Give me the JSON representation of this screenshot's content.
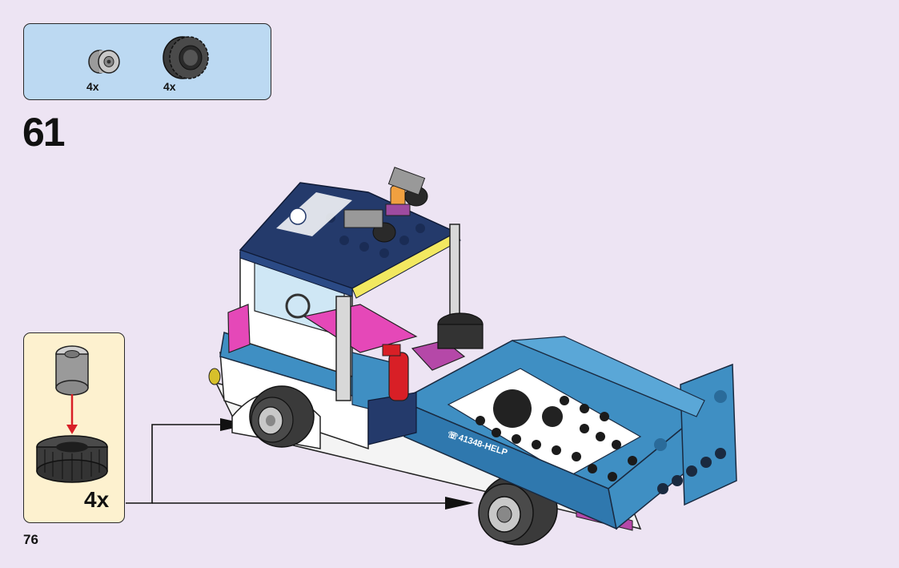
{
  "parts_list": [
    {
      "name": "wheel-rim",
      "quantity": "4x"
    },
    {
      "name": "tire",
      "quantity": "4x"
    }
  ],
  "step": {
    "number": "61"
  },
  "sub_assembly": {
    "quantity": "4x"
  },
  "vehicle": {
    "bed_text": "41348-HELP"
  },
  "page": {
    "number": "76"
  },
  "colors": {
    "background": "#ede4f3",
    "parts_box": "#bcd9f2",
    "sub_box": "#fdf1cf",
    "cab_navy": "#243a6b",
    "body_blue": "#3f8fc3",
    "accent_magenta": "#e548b8"
  }
}
